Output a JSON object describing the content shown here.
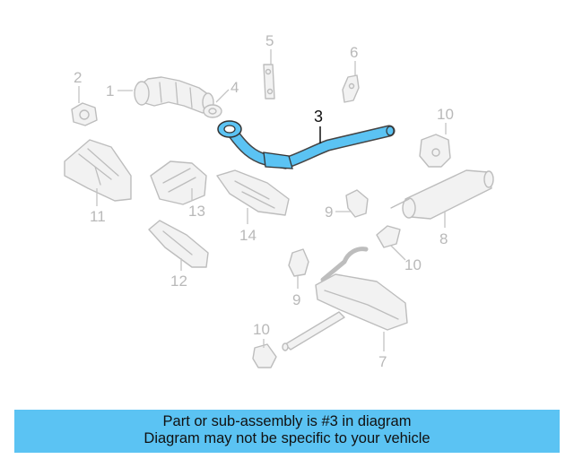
{
  "diagram": {
    "highlight_color": "#5bc3f3",
    "highlighted_part": "3",
    "callouts": {
      "c1": "1",
      "c2": "2",
      "c3": "3",
      "c4": "4",
      "c5": "5",
      "c6": "6",
      "c7": "7",
      "c8": "8",
      "c9a": "9",
      "c9b": "9",
      "c10a": "10",
      "c10b": "10",
      "c10c": "10",
      "c11": "11",
      "c12": "12",
      "c13": "13",
      "c14": "14"
    }
  },
  "banner": {
    "line1": "Part or sub-assembly is #3 in diagram",
    "line2": "Diagram may not be specific to your vehicle"
  }
}
